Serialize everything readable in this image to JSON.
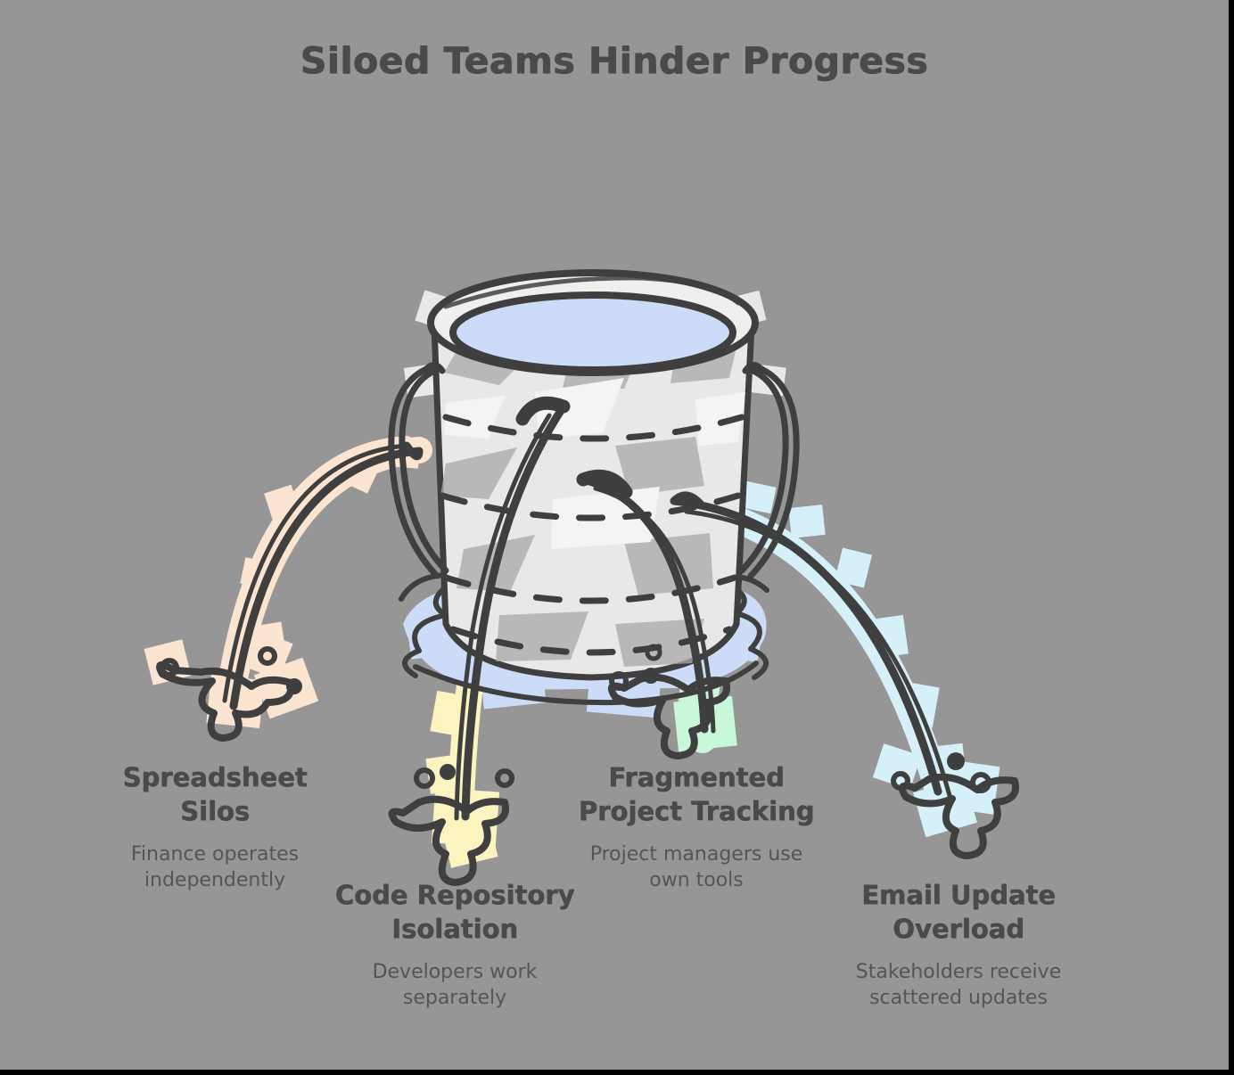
{
  "diagram": {
    "title": "Siloed Teams Hinder Progress",
    "background_color": "#969696",
    "text_color": "#4a4a4a",
    "style": "hand-drawn leaky bucket infographic",
    "central_graphic": {
      "name": "leaky-bucket",
      "water_color": "#ccdcf8",
      "body_color": "#e8e8e8",
      "outline_color": "#3f3f3f",
      "puddle_color": "#ccdcf8"
    },
    "leaks": [
      {
        "id": "spreadsheet-silos",
        "title": "Spreadsheet Silos",
        "description": "Finance operates independently",
        "stream_color": "#fbe4d0",
        "direction": "left"
      },
      {
        "id": "code-repository-isolation",
        "title": "Code Repository Isolation",
        "description": "Developers work separately",
        "stream_color": "#fbf3c0",
        "direction": "down-left"
      },
      {
        "id": "fragmented-project-tracking",
        "title": "Fragmented Project Tracking",
        "description": "Project managers use own tools",
        "stream_color": "#c8f7da",
        "direction": "down-right"
      },
      {
        "id": "email-update-overload",
        "title": "Email Update Overload",
        "description": "Stakeholders receive scattered updates",
        "stream_color": "#d5f0f8",
        "direction": "right"
      }
    ]
  }
}
